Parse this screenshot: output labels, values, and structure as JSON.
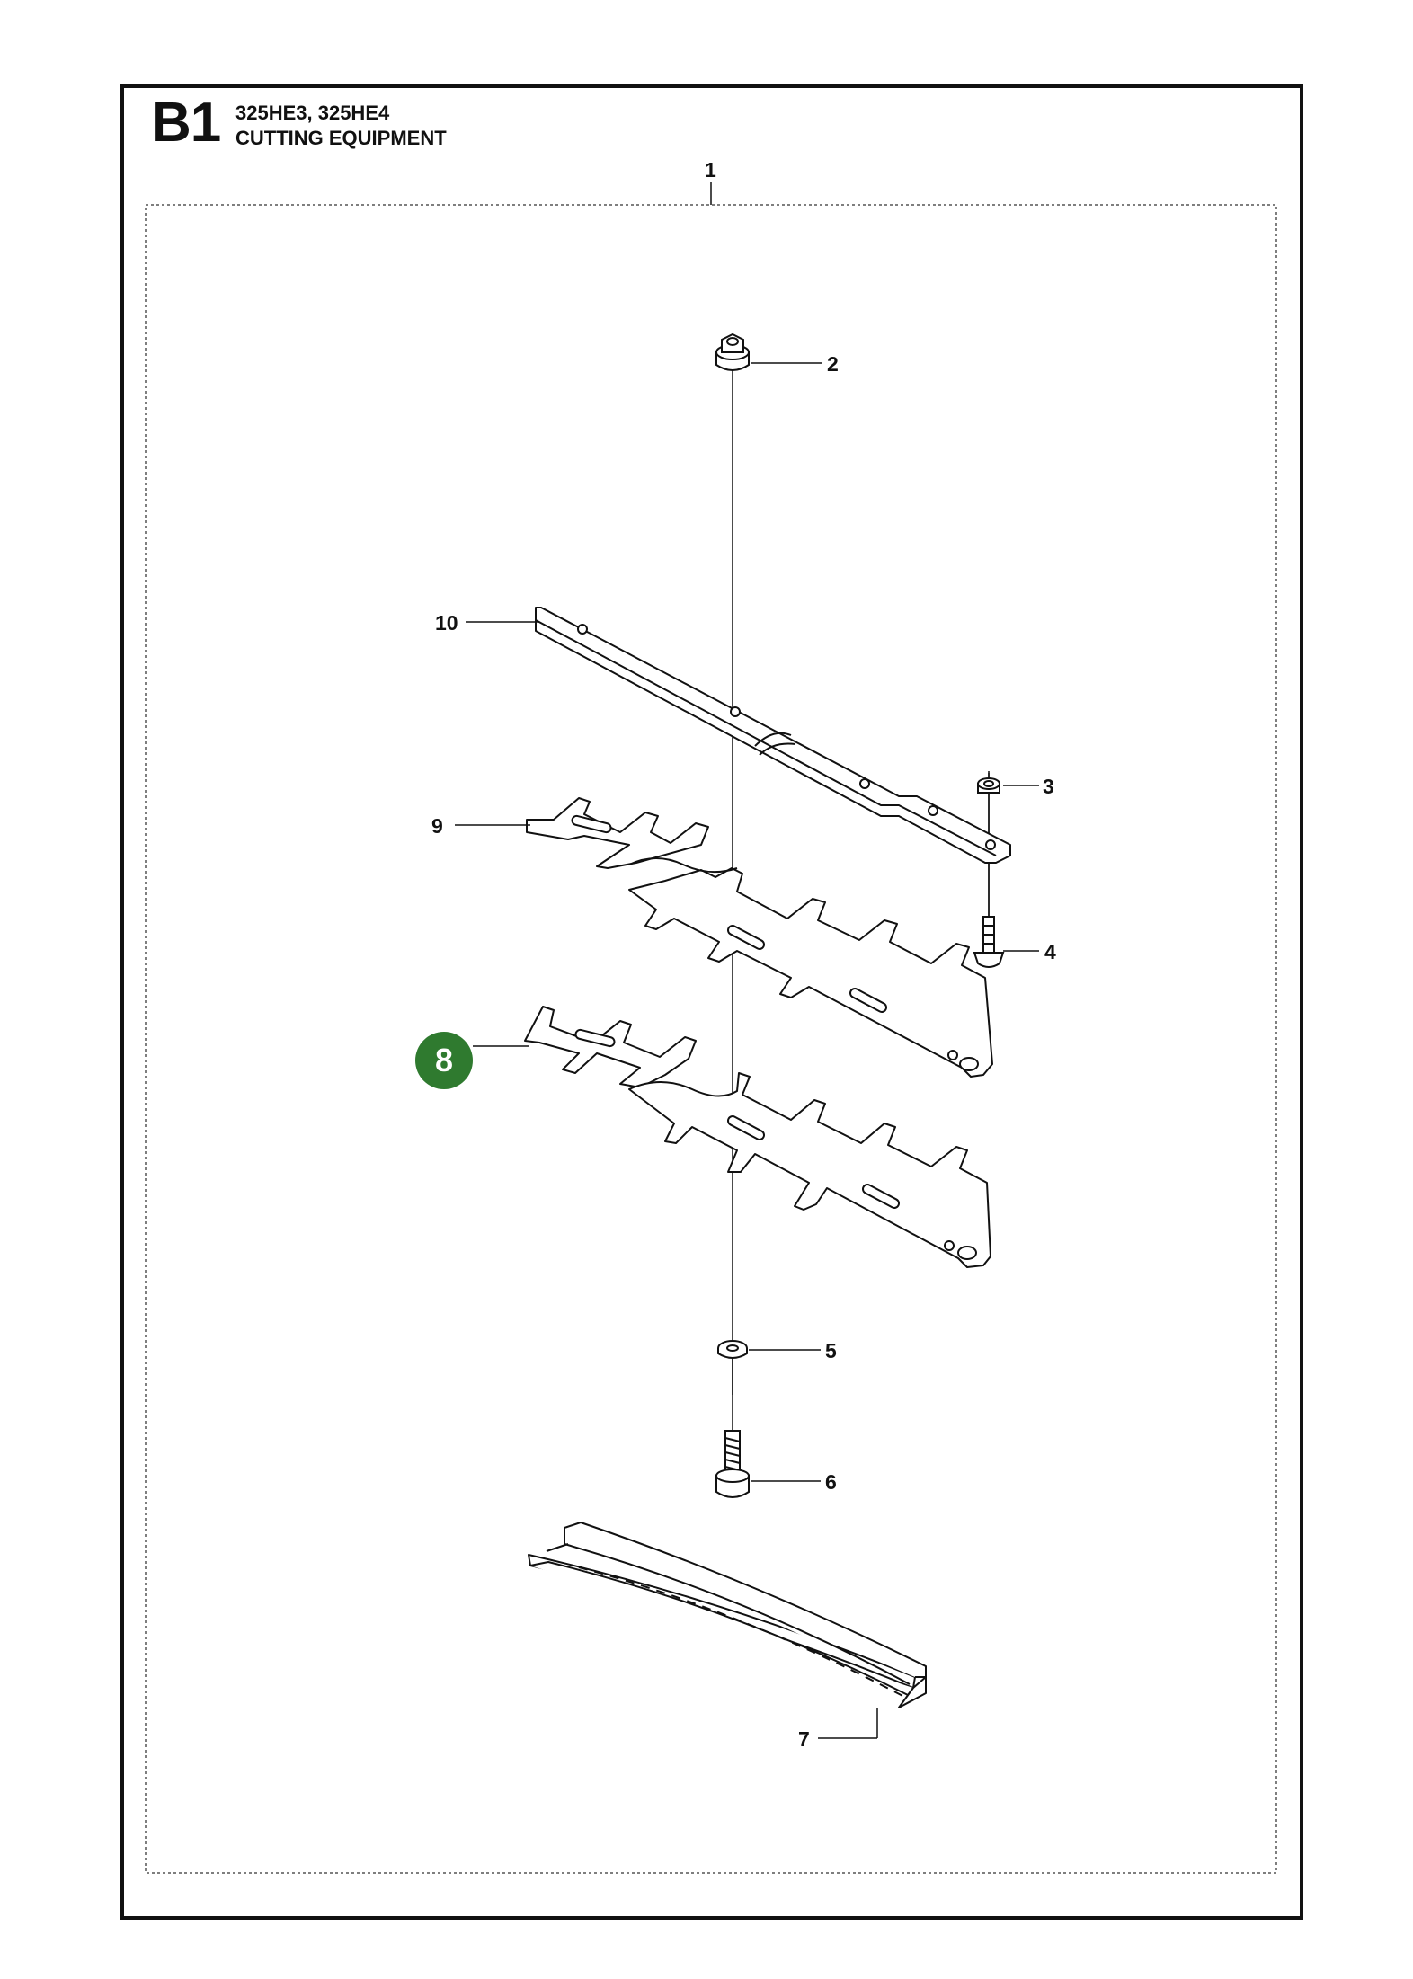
{
  "header": {
    "section_code": "B1",
    "models": "325HE3, 325HE4",
    "title": "CUTTING EQUIPMENT"
  },
  "callouts": {
    "assembly": "1",
    "nut_top": "2",
    "nut_small": "3",
    "screw_countersunk": "4",
    "washer": "5",
    "bolt": "6",
    "blade_guard": "7",
    "lower_blade": "8",
    "upper_blade": "9",
    "guide_bar": "10"
  },
  "highlight": {
    "item": "8",
    "color": "#2f7a2f"
  },
  "icons": [
    "nut-icon",
    "screw-icon",
    "washer-icon",
    "bolt-icon",
    "blade-icon",
    "guide-bar-icon",
    "blade-guard-icon"
  ]
}
